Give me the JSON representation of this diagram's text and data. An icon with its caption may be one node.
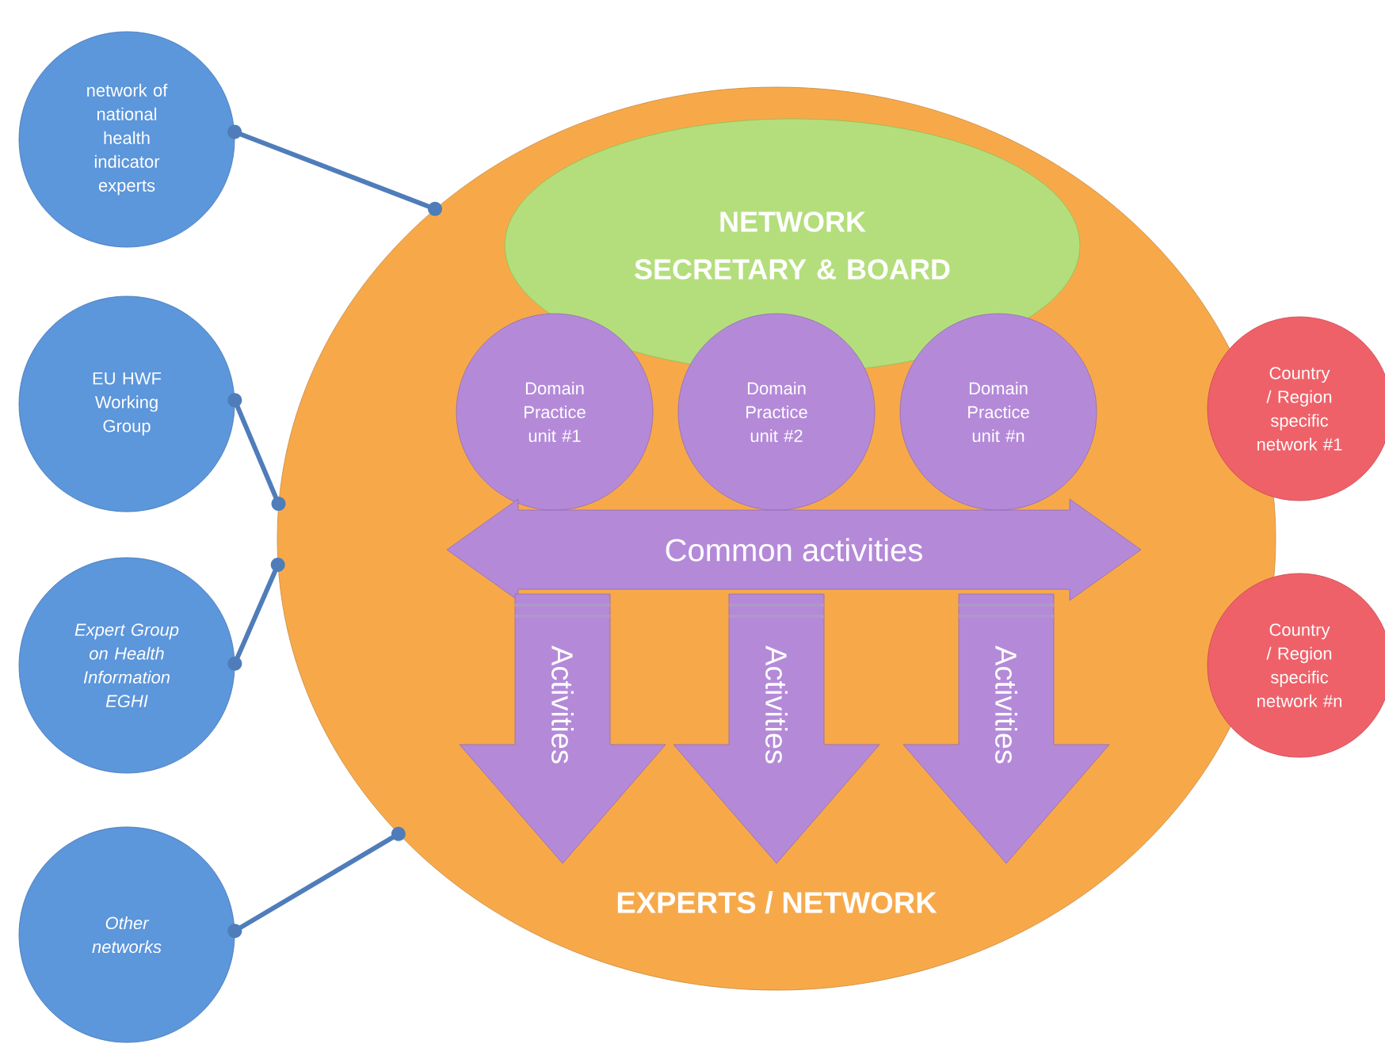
{
  "diagram": {
    "nodes": [
      {
        "text": [
          "EXPERTS / NETWORK"
        ]
      },
      {
        "text": [
          "NETWORK SECRETARY & BOARD"
        ],
        "in": 0
      },
      {
        "text": [
          "Domain Practice unit #1"
        ],
        "in": 0
      },
      {
        "text": [
          "Domain Practice unit #2"
        ],
        "in": 0
      },
      {
        "text": [
          "Domain Practice unit #n"
        ],
        "in": 0
      },
      {
        "text": [
          "Common activities"
        ],
        "in": 0
      },
      {
        "text": [
          "Activities"
        ],
        "in": 0
      },
      {
        "text": [
          "Activities"
        ],
        "in": 0
      },
      {
        "text": [
          "Activities"
        ],
        "in": 0
      },
      {
        "text": [
          "network of national health indicator experts"
        ]
      },
      {
        "text": [
          "EU HWF Working Group"
        ]
      },
      {
        "text": [
          "Expert Group on Health Information EGHI"
        ]
      },
      {
        "text": [
          "Other networks"
        ]
      },
      {
        "text": [
          "Country / Region specific network #1"
        ]
      },
      {
        "text": [
          "Country / Region specific network #n"
        ]
      }
    ],
    "edges": [
      {
        "from": 9,
        "to": 0,
        "arrow": "other"
      },
      {
        "from": 10,
        "to": 0,
        "arrow": "other"
      },
      {
        "from": 11,
        "to": 0,
        "arrow": "other"
      },
      {
        "from": 12,
        "to": 0,
        "arrow": "other"
      }
    ]
  }
}
